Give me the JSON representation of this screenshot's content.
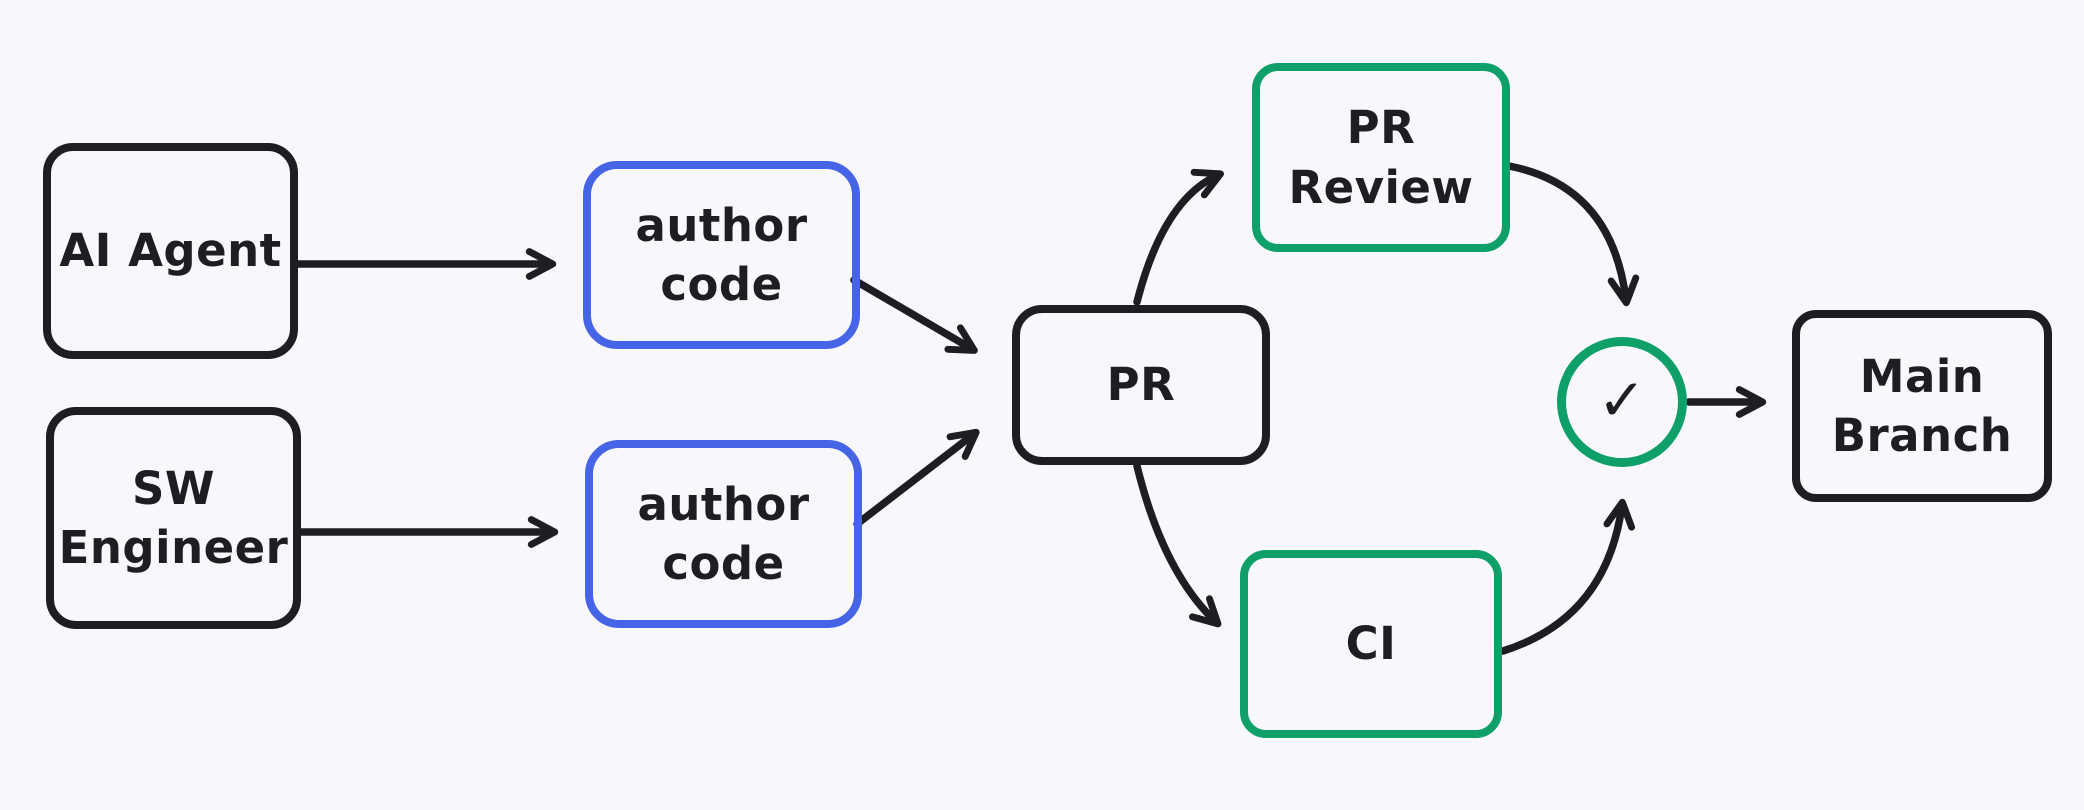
{
  "colors": {
    "background": "#f8f8fc",
    "ink": "#1d1d23",
    "blue": "#4664e6",
    "green": "#0fa06a"
  },
  "diagram": {
    "nodes": {
      "ai_agent": {
        "label": "AI Agent"
      },
      "sw_engineer": {
        "label": "SW\nEngineer"
      },
      "author_code_top": {
        "label": "author\ncode"
      },
      "author_code_bottom": {
        "label": "author\ncode"
      },
      "pr": {
        "label": "PR"
      },
      "pr_review": {
        "label": "PR\nReview"
      },
      "ci": {
        "label": "CI"
      },
      "approved_check": {
        "icon": "✓"
      },
      "main_branch": {
        "label": "Main\nBranch"
      }
    },
    "edges": [
      {
        "from": "ai_agent",
        "to": "author_code_top"
      },
      {
        "from": "sw_engineer",
        "to": "author_code_bottom"
      },
      {
        "from": "author_code_top",
        "to": "pr"
      },
      {
        "from": "author_code_bottom",
        "to": "pr"
      },
      {
        "from": "pr",
        "to": "pr_review"
      },
      {
        "from": "pr",
        "to": "ci"
      },
      {
        "from": "pr_review",
        "to": "approved_check"
      },
      {
        "from": "ci",
        "to": "approved_check"
      },
      {
        "from": "approved_check",
        "to": "main_branch"
      }
    ]
  }
}
